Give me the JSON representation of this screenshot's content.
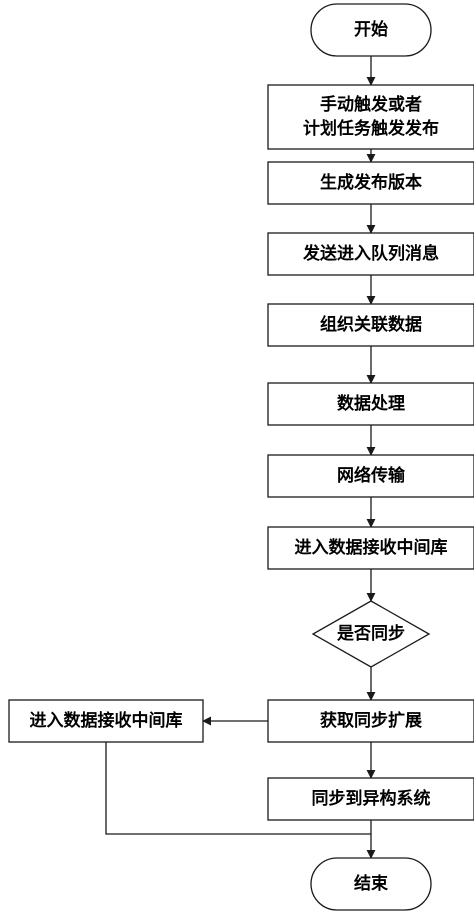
{
  "diagram": {
    "type": "flowchart",
    "nodes": [
      {
        "id": "start",
        "kind": "terminal",
        "lines": [
          "开始"
        ]
      },
      {
        "id": "trigger",
        "kind": "process",
        "lines": [
          "手动触发或者",
          "计划任务触发发布"
        ]
      },
      {
        "id": "gen_version",
        "kind": "process",
        "lines": [
          "生成发布版本"
        ]
      },
      {
        "id": "send_queue",
        "kind": "process",
        "lines": [
          "发送进入队列消息"
        ]
      },
      {
        "id": "organize",
        "kind": "process",
        "lines": [
          "组织关联数据"
        ]
      },
      {
        "id": "process_data",
        "kind": "process",
        "lines": [
          "数据处理"
        ]
      },
      {
        "id": "network",
        "kind": "process",
        "lines": [
          "网络传输"
        ]
      },
      {
        "id": "enter_db",
        "kind": "process",
        "lines": [
          "进入数据接收中间库"
        ]
      },
      {
        "id": "is_sync",
        "kind": "decision",
        "lines": [
          "是否同步"
        ]
      },
      {
        "id": "get_ext",
        "kind": "process",
        "lines": [
          "获取同步扩展"
        ]
      },
      {
        "id": "enter_db_side",
        "kind": "process",
        "lines": [
          "进入数据接收中间库"
        ]
      },
      {
        "id": "sync_hetero",
        "kind": "process",
        "lines": [
          "同步到异构系统"
        ]
      },
      {
        "id": "end",
        "kind": "terminal",
        "lines": [
          "结束"
        ]
      }
    ],
    "edges": [
      {
        "from": "start",
        "to": "trigger"
      },
      {
        "from": "trigger",
        "to": "gen_version"
      },
      {
        "from": "gen_version",
        "to": "send_queue"
      },
      {
        "from": "send_queue",
        "to": "organize"
      },
      {
        "from": "organize",
        "to": "process_data"
      },
      {
        "from": "process_data",
        "to": "network"
      },
      {
        "from": "network",
        "to": "enter_db"
      },
      {
        "from": "enter_db",
        "to": "is_sync"
      },
      {
        "from": "is_sync",
        "to": "get_ext"
      },
      {
        "from": "get_ext",
        "to": "enter_db_side"
      },
      {
        "from": "get_ext",
        "to": "sync_hetero"
      },
      {
        "from": "sync_hetero",
        "to": "end"
      },
      {
        "from": "enter_db_side",
        "to": "end"
      }
    ]
  }
}
